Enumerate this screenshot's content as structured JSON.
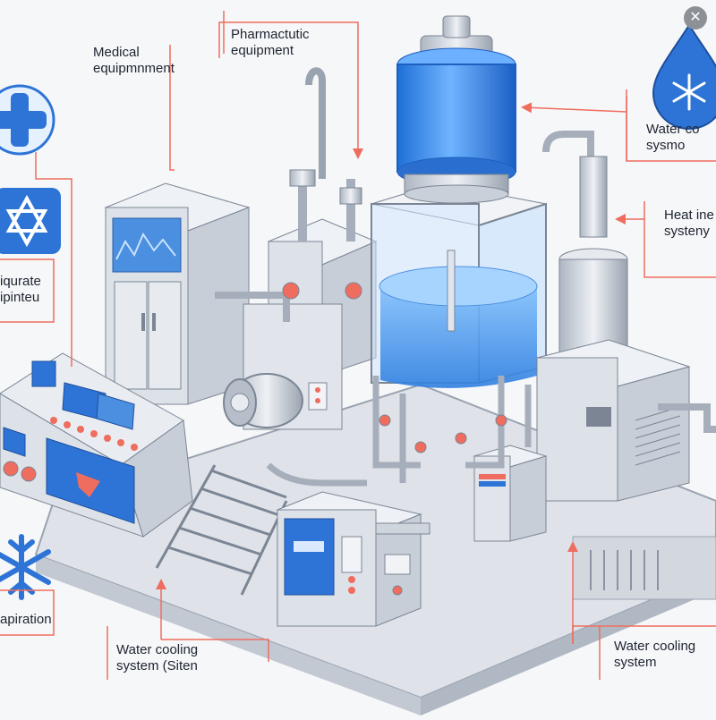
{
  "labels": {
    "medical": [
      "Medical",
      "equipmnment"
    ],
    "pharma": [
      "Pharmactutic",
      "equipment"
    ],
    "water_top": [
      "Water co",
      "sysmo"
    ],
    "heat": [
      "Heat ine",
      "systeny"
    ],
    "left_mid": [
      "iqurate",
      "ipinteu"
    ],
    "left_bottom": [
      "apiration"
    ],
    "water_bottom_left": [
      "Water cooling",
      "system (Siten"
    ],
    "water_bottom_right": [
      "Water cooling",
      "system"
    ]
  },
  "icons": [
    "plus-icon",
    "star-of-david-icon",
    "snowflake-icon",
    "water-drop-icon",
    "close-icon"
  ],
  "colors": {
    "accent_red": "#ef6d5f",
    "tank_blue": "#3f8fe8",
    "steel": "#cdd3dc",
    "dark_steel": "#8a94a3",
    "panel_blue": "#2d74d6"
  }
}
